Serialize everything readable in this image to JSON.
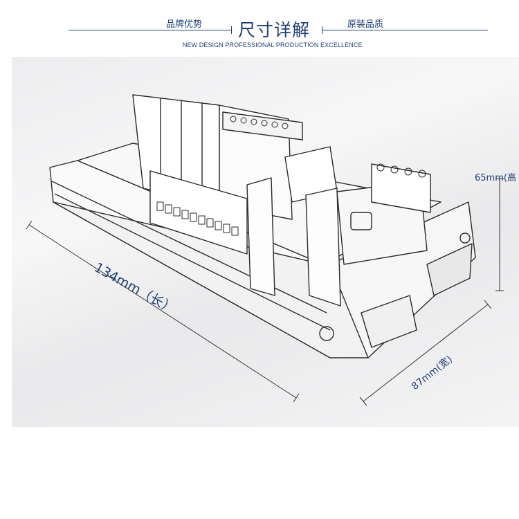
{
  "header": {
    "left_label": "品牌优势",
    "title": "尺寸详解",
    "right_label": "原装品质",
    "subtitle": "NEW DESIGN PROFESSIONAL PRODUCTION EXCELLENCE."
  },
  "dimensions": {
    "height": "65mm(高",
    "length": "134mm（长）",
    "width": "87mm(宽)"
  },
  "colors": {
    "accent": "#1f3f77",
    "photo_background": "#efeff0",
    "line_art": "#2a2a2a"
  }
}
